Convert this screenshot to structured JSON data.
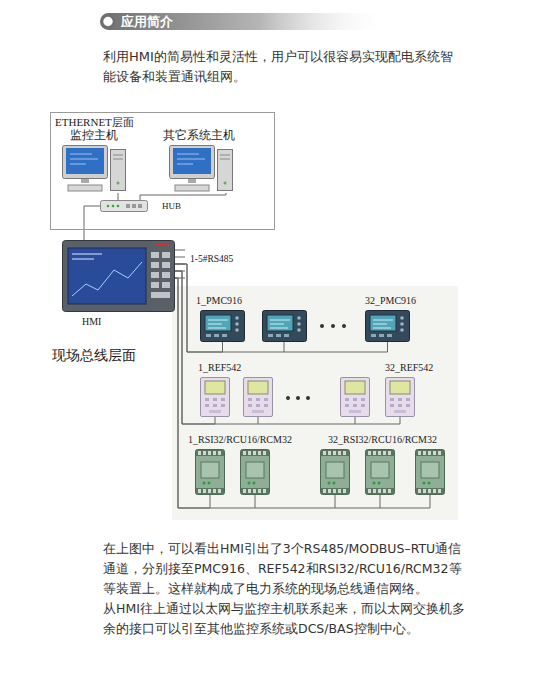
{
  "diagram": {
    "title": "应用简介",
    "nodes": [
      {
        "text": [
          "ETHERNET层面"
        ]
      },
      {
        "text": [
          "监控主机"
        ],
        "in": 0
      },
      {
        "text": [
          "其它系统主机"
        ],
        "in": 0
      },
      {
        "text": [
          "HUB"
        ],
        "in": 0
      },
      {
        "text": [
          "HMI"
        ]
      },
      {
        "text": [
          "1_PMC916"
        ]
      },
      {
        "text": [
          "32_PMC916"
        ]
      },
      {
        "text": [
          "1_REF542"
        ]
      },
      {
        "text": [
          "32_REF542"
        ]
      },
      {
        "text": [
          "1_RSI32/RCU16/RCM32"
        ]
      },
      {
        "text": [
          "32_RSI32/RCU16/RCM32"
        ]
      }
    ],
    "edges": [
      {
        "from": 1,
        "to": 3,
        "arrow": "none"
      },
      {
        "from": 2,
        "to": 3,
        "arrow": "none"
      },
      {
        "from": 3,
        "to": 4,
        "arrow": "none"
      },
      {
        "from": 4,
        "to": 5,
        "arrow": "none"
      },
      {
        "from": 4,
        "to": 6,
        "arrow": "none"
      },
      {
        "from": 4,
        "to": 7,
        "arrow": "none"
      },
      {
        "from": 4,
        "to": 8,
        "arrow": "none"
      },
      {
        "from": 4,
        "to": 9,
        "arrow": "none"
      },
      {
        "from": 4,
        "to": 10,
        "arrow": "none"
      }
    ],
    "labels": [
      "利用HMI的简易性和灵活性，用户可以很容易实现配电系统智能设备和装置通讯组网。",
      "1-5#RS485",
      "现场总线层面",
      "在上图中，可以看出HMI引出了3个RS485/MODBUS–RTU通信通道，分别接至PMC916、REF542和RSI32/RCU16/RCM32等等装置上。这样就构成了电力系统的现场总线通信网络。",
      "从HMI往上通过以太网与监控主机联系起来，而以太网交换机多余的接口可以引至其他监控系统或DCS/BAS控制中心。"
    ]
  }
}
